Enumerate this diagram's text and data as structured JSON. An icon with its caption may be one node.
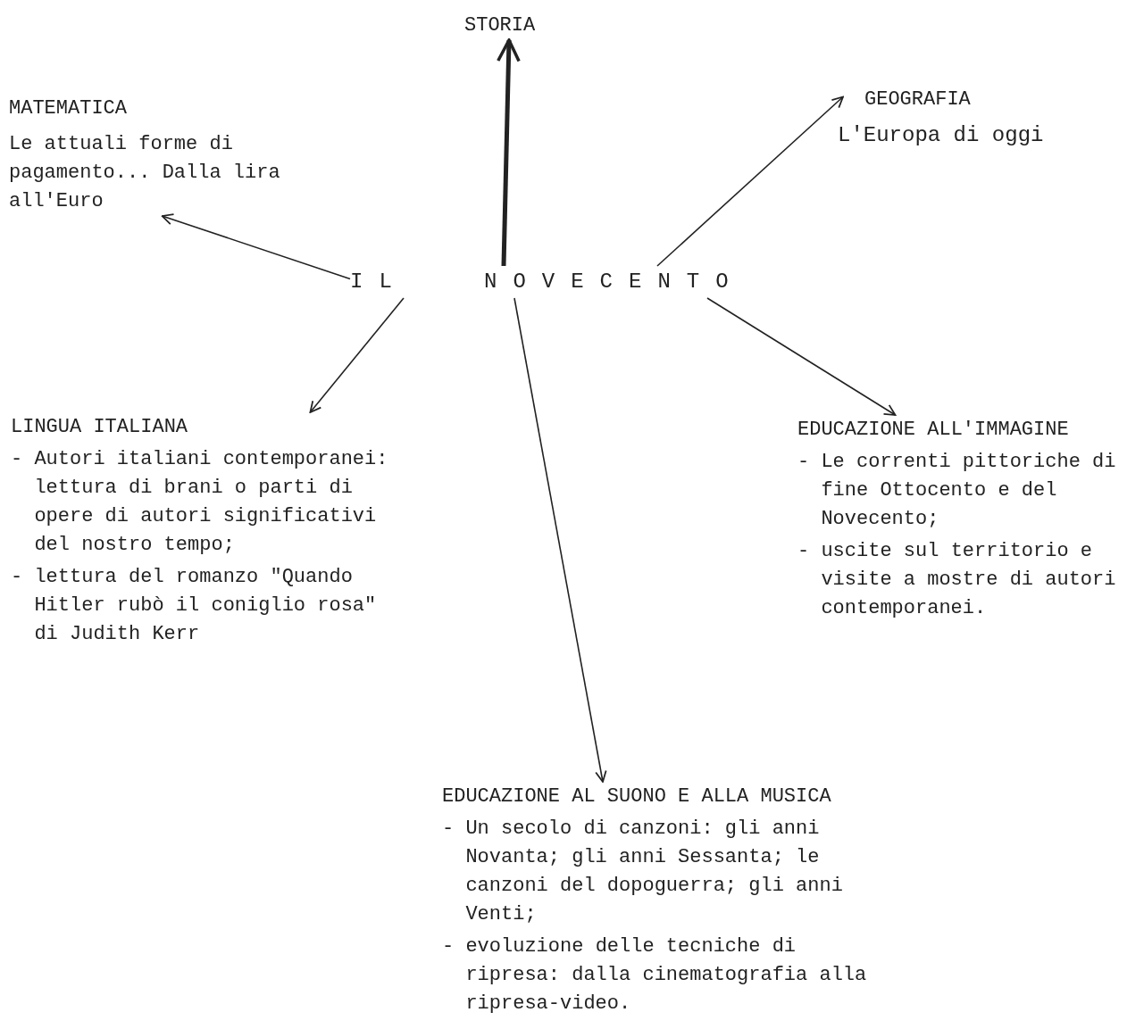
{
  "diagram": {
    "nodes": [
      {
        "text": [
          "IL NOVECENTO"
        ]
      },
      {
        "text": [
          "STORIA"
        ]
      },
      {
        "text": [
          "MATEMATICA",
          "Le attuali forme di pagamento... Dalla lira all'Euro"
        ]
      },
      {
        "text": [
          "GEOGRAFIA",
          "L'Europa di oggi"
        ]
      },
      {
        "text": [
          "LINGUA ITALIANA",
          "- Autori italiani contemporanei: lettura di brani o parti di opere di autori significativi del nostro tempo;",
          "- lettura del romanzo \"Quando Hitler rubò il coniglio rosa\" di Judith Kerr"
        ]
      },
      {
        "text": [
          "EDUCAZIONE ALL'IMMAGINE",
          "- Le correnti pittoriche di fine Ottocento e del Novecento;",
          "- uscite sul territorio e visite a mostre di autori contemporanei."
        ]
      },
      {
        "text": [
          "EDUCAZIONE AL SUONO E ALLA MUSICA",
          "- Un secolo di canzoni: gli anni Novanta; gli anni Sessanta; le canzoni del dopoguerra; gli anni Venti;",
          "- evoluzione delle tecniche di ripresa: dalla cinematografia alla ripresa-video."
        ]
      }
    ],
    "edges": [
      {
        "from": 0,
        "to": 1,
        "arrow": "to",
        "style": "thick"
      },
      {
        "from": 0,
        "to": 2,
        "arrow": "to"
      },
      {
        "from": 0,
        "to": 3,
        "arrow": "to"
      },
      {
        "from": 0,
        "to": 4,
        "arrow": "to"
      },
      {
        "from": 0,
        "to": 5,
        "arrow": "to"
      },
      {
        "from": 0,
        "to": 6,
        "arrow": "to"
      }
    ]
  }
}
